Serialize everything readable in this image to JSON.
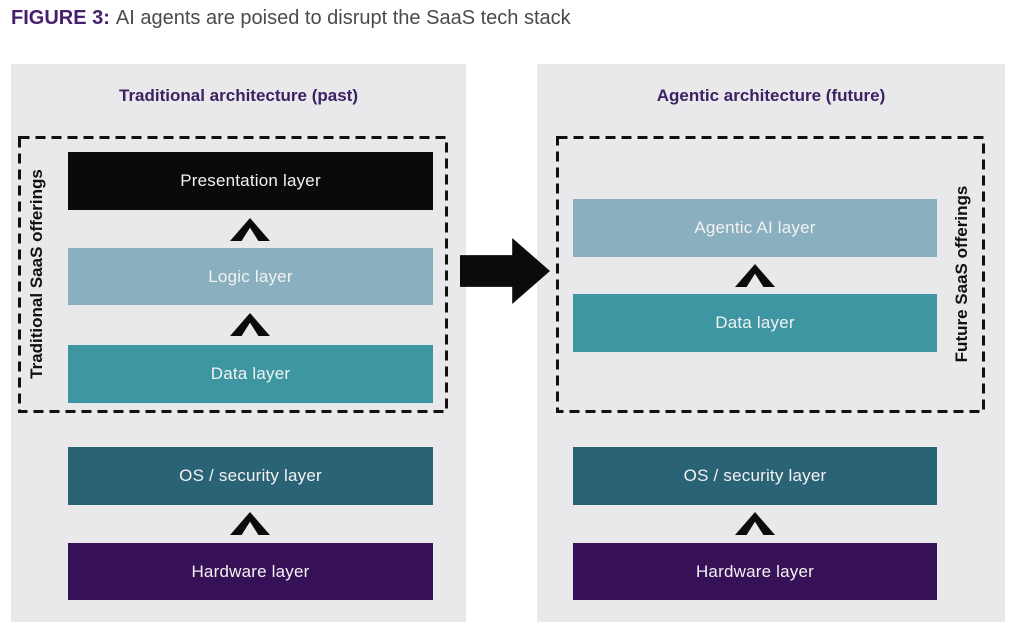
{
  "figure": {
    "label": "FIGURE 3:",
    "title": "AI agents are poised to disrupt the SaaS tech stack"
  },
  "colors": {
    "accent_purple": "#44206E",
    "header_purple": "#3B2263",
    "panel_background": "#E9E9EB",
    "black": "#0A0A0A",
    "light_blue": "#8AAFBF",
    "teal": "#3E96A2",
    "dark_teal": "#2B6376",
    "dark_purple": "#371158",
    "bar_text": "#F2F2F2",
    "arrow_black": "#0B0B0B"
  },
  "left_panel": {
    "header": "Traditional architecture (past)",
    "group_label": "Traditional SaaS offerings",
    "group_layers": [
      {
        "label": "Presentation layer",
        "color": "#0A0A0A"
      },
      {
        "label": "Logic layer",
        "color": "#8AAFBF"
      },
      {
        "label": "Data layer",
        "color": "#3E96A2"
      }
    ],
    "base_layers": [
      {
        "label": "OS / security layer",
        "color": "#2B6376"
      },
      {
        "label": "Hardware layer",
        "color": "#371158"
      }
    ]
  },
  "right_panel": {
    "header": "Agentic architecture (future)",
    "group_label": "Future SaaS offerings",
    "group_layers": [
      {
        "label": "Agentic AI layer",
        "color": "#8AAFBF"
      },
      {
        "label": "Data layer",
        "color": "#3E96A2"
      }
    ],
    "base_layers": [
      {
        "label": "OS / security layer",
        "color": "#2B6376"
      },
      {
        "label": "Hardware layer",
        "color": "#371158"
      }
    ]
  }
}
